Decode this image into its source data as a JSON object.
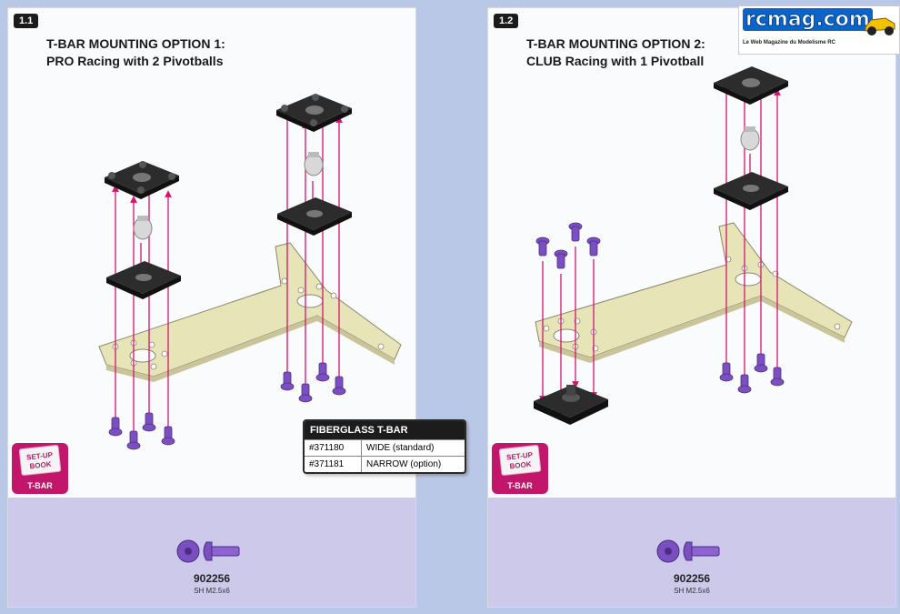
{
  "left_page": {
    "step": "1.1",
    "title_line1": "T-BAR MOUNTING OPTION 1:",
    "title_line2": "PRO Racing with 2 Pivotballs",
    "setup_book": {
      "book_text_1": "SET-UP",
      "book_text_2": "BOOK",
      "label": "T-BAR"
    },
    "part": {
      "number": "902256",
      "description": "SH M2.5x6"
    }
  },
  "right_page": {
    "step": "1.2",
    "title_line1": "T-BAR MOUNTING OPTION 2:",
    "title_line2": "CLUB Racing with 1 Pivotball",
    "setup_book": {
      "book_text_1": "SET-UP",
      "book_text_2": "BOOK",
      "label": "T-BAR"
    },
    "part": {
      "number": "902256",
      "description": "SH M2.5x6"
    }
  },
  "tbar_table": {
    "title": "FIBERGLASS T-BAR",
    "rows": [
      {
        "part": "#371180",
        "desc": "WIDE (standard)"
      },
      {
        "part": "#371181",
        "desc": "NARROW (option)"
      }
    ]
  },
  "logo": {
    "name": "rcmag.com",
    "tagline": "Le Web Magazine du Modelisme RC"
  },
  "colors": {
    "arrow": "#d4146f",
    "fiberglass": "#e7e4b8",
    "carbon": "#2c2c2c",
    "screw": "#7b4fc0",
    "band": "#ccc9ea",
    "setup_book": "#c2166b"
  },
  "icons": [
    "screw-head-icon",
    "screw-side-icon",
    "car-icon"
  ]
}
